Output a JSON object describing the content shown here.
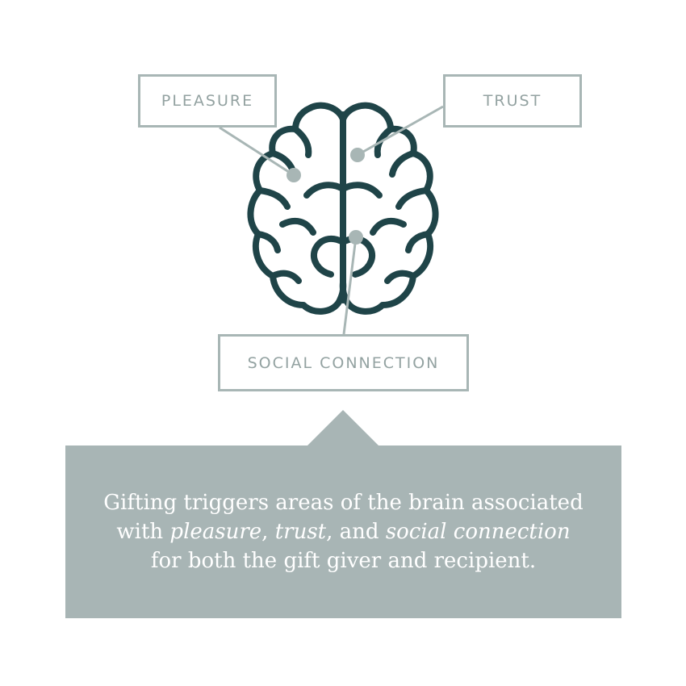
{
  "labels": {
    "pleasure": "PLEASURE",
    "trust": "TRUST",
    "social_connection": "SOCIAL CONNECTION"
  },
  "caption": {
    "part1": "Gifting triggers areas of the brain associated with ",
    "em1": "pleasure",
    "part2": ", ",
    "em2": "trust",
    "part3": ", and ",
    "em3": "social connection",
    "part4": " for both the gift giver and recipient."
  },
  "colors": {
    "brain_stroke": "#1f4448",
    "connector": "#a8b6b5",
    "panel": "#a8b5b5",
    "label_text": "#93a2a1"
  },
  "icons": {
    "brain": "brain-icon"
  }
}
